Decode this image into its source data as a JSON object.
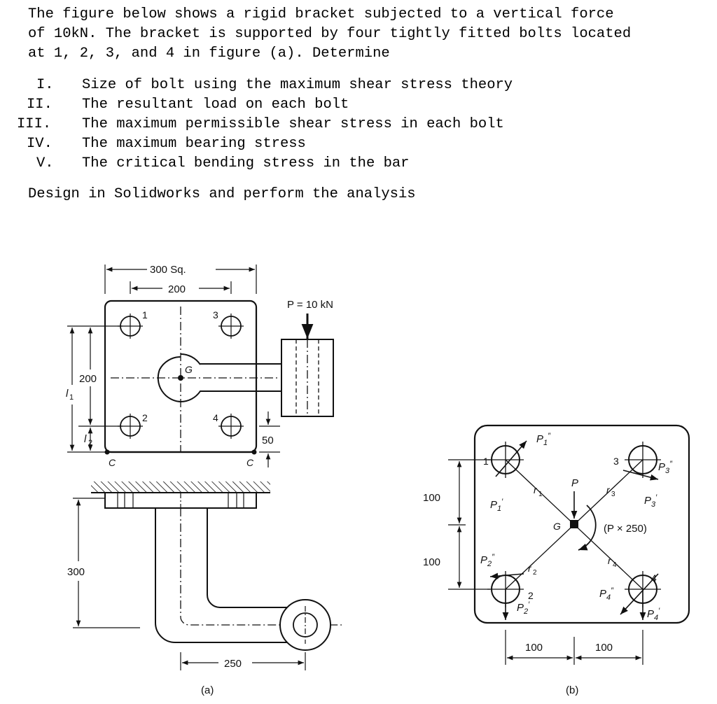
{
  "question": {
    "lines": [
      "The figure below shows a rigid bracket subjected to a vertical force",
      "of 10kN. The bracket is supported by four tightly fitted bolts located",
      "at 1, 2, 3, and 4 in figure (a). Determine"
    ],
    "items": [
      {
        "num": "I.",
        "text": "Size of bolt using the maximum shear stress theory"
      },
      {
        "num": "II.",
        "text": "The resultant load on each bolt"
      },
      {
        "num": "III.",
        "text": "The maximum permissible shear stress in each bolt"
      },
      {
        "num": "IV.",
        "text": "The maximum bearing stress"
      },
      {
        "num": "V.",
        "text": "The critical bending stress in the bar"
      }
    ],
    "footer": "Design in Solidworks and perform the analysis"
  },
  "figure_a": {
    "caption": "(a)",
    "load_label": "P = 10 kN",
    "dim_300sq": "300 Sq.",
    "dim_200_top": "200",
    "dim_200_left": "200",
    "dim_l1": "l",
    "dim_l1_sub": "1",
    "dim_l2": "l",
    "dim_l2_sub": "2",
    "dim_50": "50",
    "dim_300_side": "300",
    "dim_250": "250",
    "label_G": "G",
    "label_C_left": "C",
    "label_C_right": "C",
    "bolt_labels": [
      "1",
      "2",
      "3",
      "4"
    ]
  },
  "figure_b": {
    "caption": "(b)",
    "label_P": "P",
    "label_G": "G",
    "moment_label": "(P × 250)",
    "dim_100_upper": "100",
    "dim_100_lower": "100",
    "dim_100_left": "100",
    "dim_100_right": "100",
    "bolt_labels": [
      "1",
      "2",
      "3",
      "4"
    ],
    "r_labels": [
      "r",
      "r",
      "r",
      "r"
    ],
    "r_subs": [
      "1",
      "2",
      "3",
      "4"
    ],
    "P_primary_subs": [
      "1",
      "2",
      "3",
      "4"
    ],
    "P_secondary_subs": [
      "1",
      "2",
      "3",
      "4"
    ],
    "P_letter": "P",
    "prime": "′",
    "double_prime": "″"
  }
}
